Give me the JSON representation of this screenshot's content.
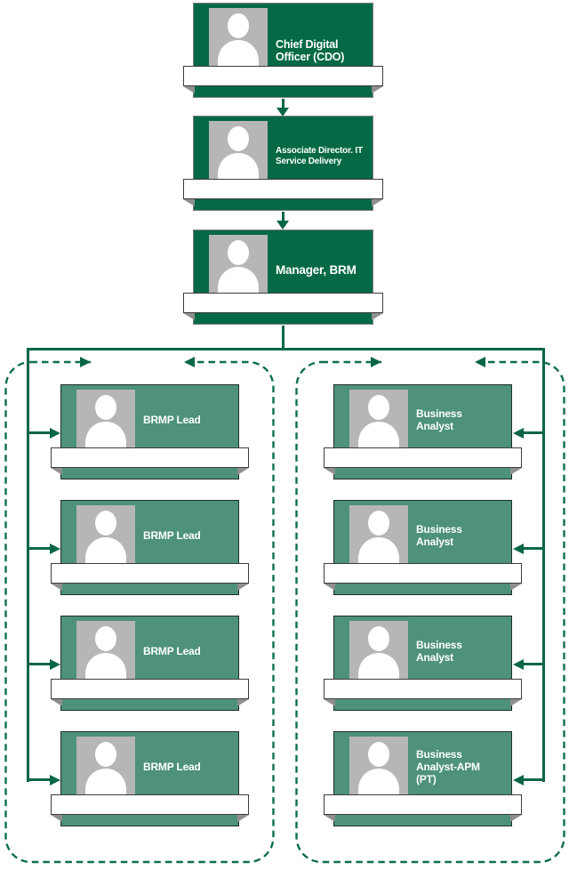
{
  "diagram": {
    "top_nodes": [
      {
        "title": "Chief Digital Officer (CDO)"
      },
      {
        "title": "Associate Director. IT Service Delivery"
      },
      {
        "title": "Manager, BRM"
      }
    ],
    "left_group": {
      "items": [
        {
          "title": "BRMP Lead"
        },
        {
          "title": "BRMP Lead"
        },
        {
          "title": "BRMP Lead"
        },
        {
          "title": "BRMP Lead"
        }
      ]
    },
    "right_group": {
      "items": [
        {
          "title": "Business Analyst"
        },
        {
          "title": "Business Analyst"
        },
        {
          "title": "Business Analyst"
        },
        {
          "title": "Business Analyst-APM (PT)"
        }
      ]
    }
  },
  "icons": {
    "person": "person-silhouette-icon"
  },
  "colors": {
    "dark_green": "#056946",
    "medium_green": "#4d9279",
    "connector_green": "#086647",
    "photo_gray": "#b6b6b6",
    "ribbon_white": "#ffffff"
  }
}
